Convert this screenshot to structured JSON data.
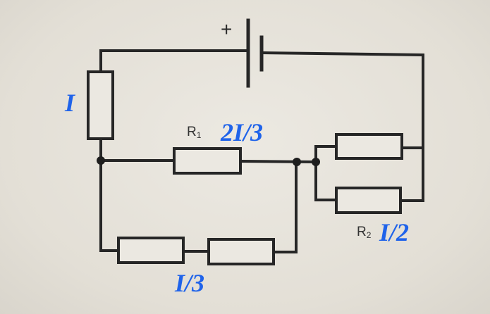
{
  "diagram": {
    "battery": {
      "polarity_label": "+"
    },
    "labels": {
      "R1": {
        "name": "R",
        "sub": "1"
      },
      "R2": {
        "name": "R",
        "sub": "2"
      }
    },
    "currents": {
      "main": "I",
      "r1_branch": "2I/3",
      "lower_branch": "I/3",
      "r2_branch": "I/2"
    },
    "colors": {
      "wire": "#262626",
      "annotation": "#1f63ea",
      "background": "#e6e2da"
    }
  }
}
